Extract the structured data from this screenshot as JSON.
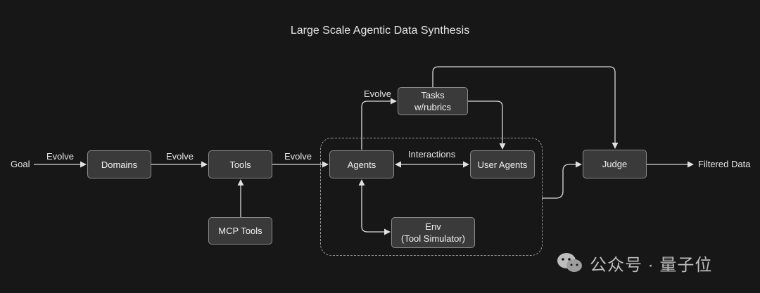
{
  "title": "Large Scale Agentic Data Synthesis",
  "nodes": {
    "domains": "Domains",
    "tools": "Tools",
    "mcp_tools": "MCP Tools",
    "agents": "Agents",
    "user_agents": "User Agents",
    "tasks_line1": "Tasks",
    "tasks_line2": "w/rubrics",
    "env_line1": "Env",
    "env_line2": "(Tool Simulator)",
    "judge": "Judge"
  },
  "labels": {
    "goal": "Goal",
    "evolve_1": "Evolve",
    "evolve_2": "Evolve",
    "evolve_3": "Evolve",
    "evolve_tasks": "Evolve",
    "interactions": "Interactions",
    "filtered_data": "Filtered Data"
  },
  "watermark": {
    "text": "公众号 · 量子位"
  },
  "colors": {
    "background": "#171717",
    "node_fill": "#3a3a3a",
    "node_border": "#8a8a8a",
    "line": "#d9d9d9"
  }
}
